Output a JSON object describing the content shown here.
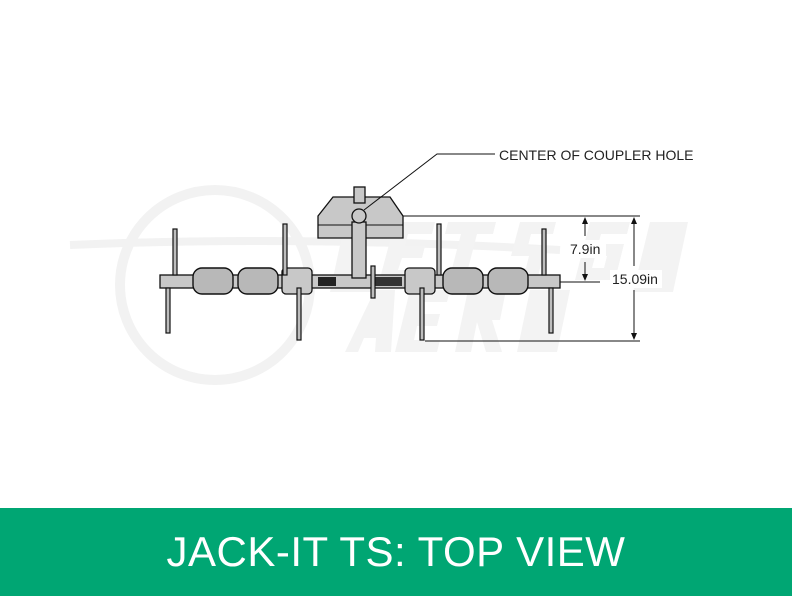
{
  "watermark": {
    "line1": "LET'S GO",
    "line2": "AERO"
  },
  "diagram": {
    "callout": "CENTER OF COUPLER HOLE",
    "dimension_short": "7.9in",
    "dimension_long": "15.09in"
  },
  "banner": {
    "title": "JACK-IT TS: TOP VIEW",
    "color": "#00a673"
  }
}
